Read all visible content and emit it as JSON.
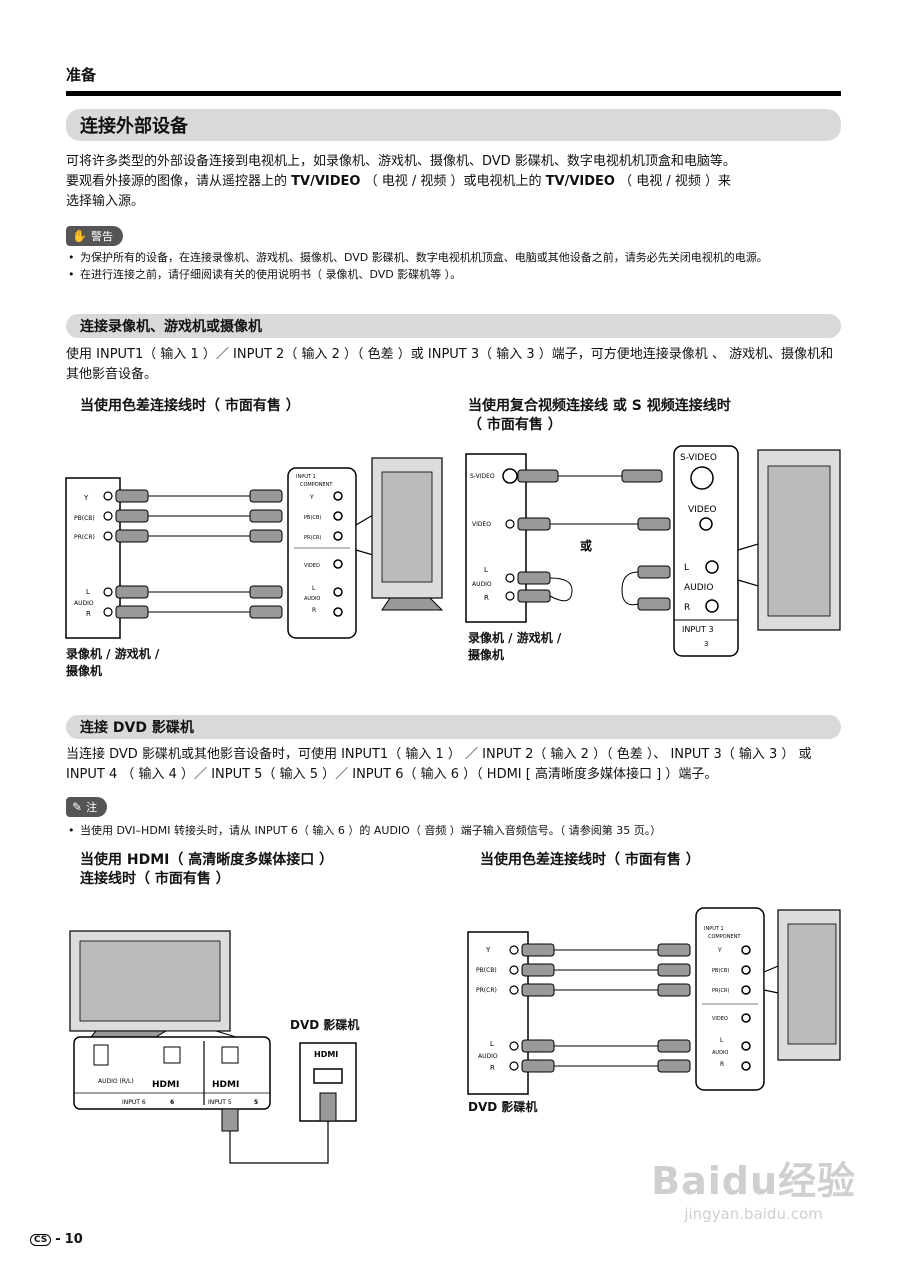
{
  "header": {
    "section_label": "准备"
  },
  "main_title": "连接外部设备",
  "intro": {
    "line1": "可将许多类型的外部设备连接到电视机上，如录像机、游戏机、摄像机、DVD 影碟机、数字电视机机顶盒和电脑等。",
    "line2_a": "要观看外接源的图像，请从遥控器上的 ",
    "line2_key1": "TV/VIDEO",
    "line2_b": " （ 电视 / 视频 ）或电视机上的 ",
    "line2_key2": "TV/VIDEO",
    "line2_c": " （ 电视 / 视频 ）来",
    "line3": "选择输入源。"
  },
  "warning": {
    "label": "警告",
    "items": [
      "为保护所有的设备，在连接录像机、游戏机、摄像机、DVD 影碟机、数字电视机机顶盒、电脑或其他设备之前，请务必先关闭电视机的电源。",
      "在进行连接之前，请仔细阅读有关的使用说明书（ 录像机、DVD 影碟机等 ）。"
    ]
  },
  "section_vcr": {
    "title": "连接录像机、游戏机或摄像机",
    "text": "使用 INPUT1（ 输入 1 ）／ INPUT 2（ 输入 2 ）（ 色差 ）或 INPUT 3（ 输入 3 ）端子，可方便地连接录像机 、 游戏机、摄像机和其他影音设备。",
    "left_title": "当使用色差连接线时（ 市面有售 ）",
    "right_title_1": "当使用复合视频连接线 或 S 视频连接线时",
    "right_title_2": "（ 市面有售 ）",
    "left_caption_1": "录像机 / 游戏机 /",
    "left_caption_2": "摄像机",
    "right_caption_1": "录像机 / 游戏机 /",
    "right_caption_2": "摄像机",
    "or_label": "或"
  },
  "section_dvd": {
    "title": "连接 DVD 影碟机",
    "text": "当连接 DVD 影碟机或其他影音设备时，可使用 INPUT1（ 输入 1 ） ／ INPUT 2（ 输入 2 ）（ 色差 ）、 INPUT 3（ 输入 3 ） 或 INPUT 4 （ 输入 4 ）／ INPUT 5（ 输入 5 ）／ INPUT 6（ 输入 6 ）（ HDMI [ 高清晰度多媒体接口 ] ）端子。",
    "note_label": "注",
    "note_item": "当使用 DVI–HDMI 转接头时，请从 INPUT 6（ 输入 6 ）的 AUDIO（ 音频 ）端子输入音频信号。（ 请参阅第 35 页。）",
    "left_title_1": "当使用 HDMI（ 高清晰度多媒体接口 ）",
    "left_title_2": "连接线时（ 市面有售 ）",
    "right_title": "当使用色差连接线时（ 市面有售 ）",
    "dvd_label_left": "DVD 影碟机",
    "dvd_label_right": "DVD 影碟机"
  },
  "diagram_labels": {
    "y": "Y",
    "pb": "PB(CB)",
    "pr": "PR(CR)",
    "l": "L",
    "audio": "AUDIO",
    "r": "R",
    "input1": "INPUT 1",
    "component": "COMPONENT",
    "video": "VIDEO",
    "svideo": "S-VIDEO",
    "input3": "INPUT 3",
    "input3_num": "3",
    "hdmi": "HDMI",
    "audio_rl": "AUDIO (R/L)",
    "input6": "INPUT 6",
    "input5": "INPUT 5",
    "input6_num": "6",
    "input5_num": "5"
  },
  "footer": {
    "lang": "CS",
    "page": "10"
  },
  "watermark": {
    "logo": "Baidu经验",
    "url": "jingyan.baidu.com"
  }
}
